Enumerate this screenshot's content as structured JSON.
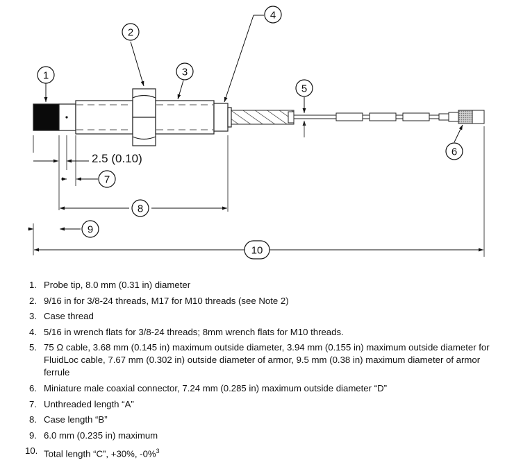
{
  "callouts": [
    "1",
    "2",
    "3",
    "4",
    "5",
    "6",
    "7",
    "8",
    "9",
    "10"
  ],
  "dimension_label": "2.5 (0.10)",
  "notes": [
    {
      "num": "1.",
      "text": "Probe tip, 8.0 mm (0.31 in) diameter"
    },
    {
      "num": "2.",
      "text": "9/16 in for 3/8-24 threads, M17 for M10 threads (see Note 2)"
    },
    {
      "num": "3.",
      "text": "Case thread"
    },
    {
      "num": "4.",
      "text": "5/16 in wrench flats for 3/8-24 threads; 8mm wrench flats for M10 threads."
    },
    {
      "num": "5.",
      "text": "75 Ω cable, 3.68 mm (0.145 in) maximum outside diameter, 3.94 mm (0.155 in) maximum outside diameter for FluidLoc cable, 7.67 mm (0.302 in) outside diameter of armor, 9.5 mm (0.38 in) maximum diameter of armor ferrule"
    },
    {
      "num": "6.",
      "text": "Miniature male coaxial connector, 7.24 mm (0.285 in) maximum outside diameter “D”"
    },
    {
      "num": "7.",
      "text": "Unthreaded length “A”"
    },
    {
      "num": "8.",
      "text": "Case length “B”"
    },
    {
      "num": "9.",
      "text": "6.0 mm (0.235 in) maximum"
    },
    {
      "num": "10.",
      "text": "Total length “C”, +30%, -0%",
      "sup": "3"
    }
  ]
}
